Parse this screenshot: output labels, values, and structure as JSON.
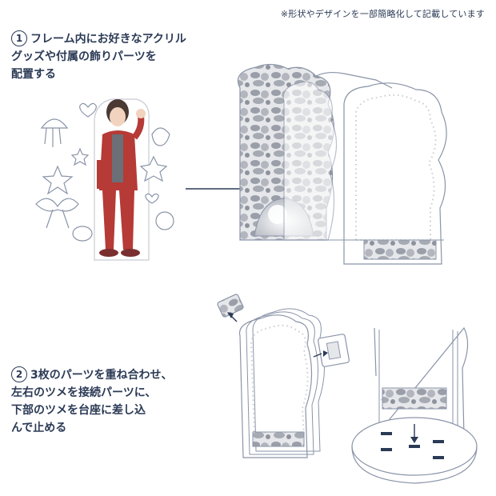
{
  "note": "※形状やデザインを一部簡略化して記載しています",
  "step1": {
    "number": "1",
    "lines": [
      "フレーム内にお好きなアクリル",
      "グッズや付属の飾りパーツを",
      "配置する"
    ]
  },
  "step2": {
    "number": "2",
    "lines": [
      "3枚のパーツを重ね合わせ、",
      "左右のツメを接続パーツに、",
      "下部のツメを台座に差し込",
      "んで止める"
    ]
  },
  "colors": {
    "navy": "#2b3a55",
    "red": "#b63a36",
    "line": "#8a94a8",
    "gray": "#c9ccd3"
  }
}
